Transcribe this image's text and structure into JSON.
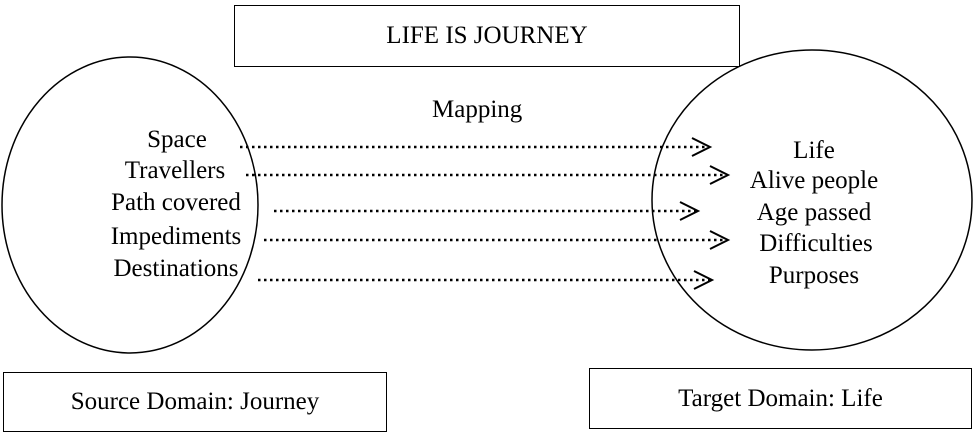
{
  "title": "LIFE IS JOURNEY",
  "mapping_label": "Mapping",
  "source": {
    "domain_label": "Source Domain: Journey",
    "items": [
      "Space",
      "Travellers",
      "Path covered",
      "Impediments",
      "Destinations"
    ]
  },
  "target": {
    "domain_label": "Target Domain: Life",
    "items": [
      "Life",
      "Alive people",
      "Age passed",
      "Difficulties",
      "Purposes"
    ]
  },
  "colors": {
    "stroke": "#000000",
    "background": "#ffffff"
  }
}
